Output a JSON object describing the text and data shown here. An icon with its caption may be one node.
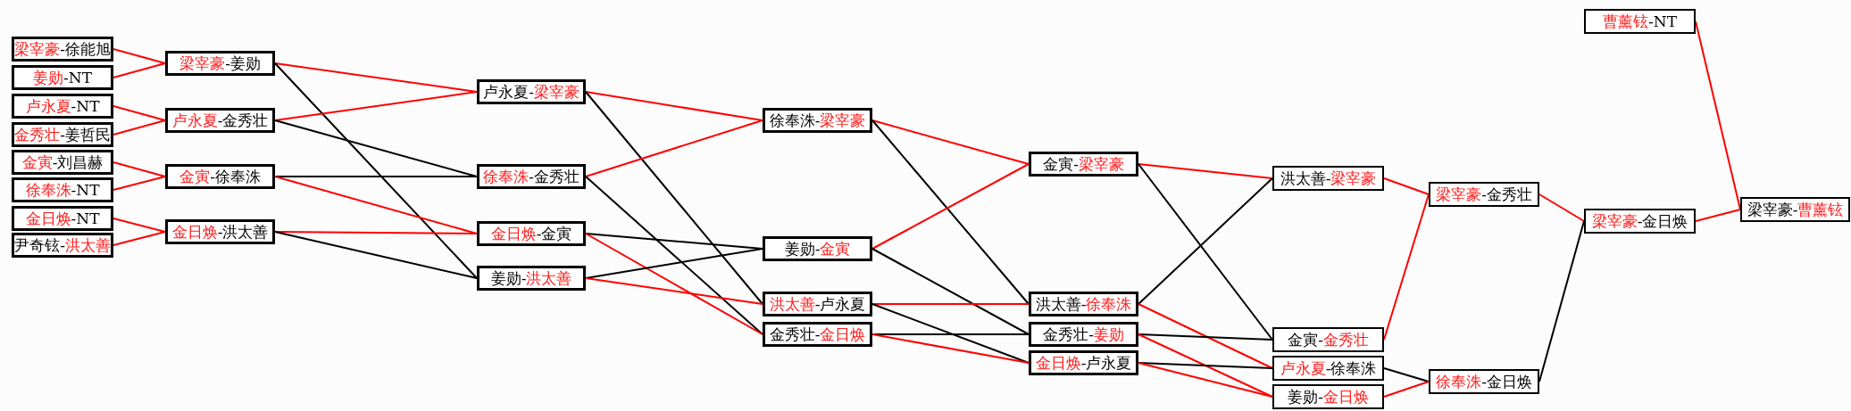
{
  "diagram": {
    "nodes": [
      {
        "text": [
          "梁宰豪-徐能旭"
        ]
      },
      {
        "text": [
          "姜勋-NT"
        ]
      },
      {
        "text": [
          "卢永夏-NT"
        ]
      },
      {
        "text": [
          "金秀壮-姜哲民"
        ]
      },
      {
        "text": [
          "金寅-刘昌赫"
        ]
      },
      {
        "text": [
          "徐奉洙-NT"
        ]
      },
      {
        "text": [
          "金日焕-NT"
        ]
      },
      {
        "text": [
          "尹奇铉-洪太善"
        ]
      },
      {
        "text": [
          "梁宰豪-姜勋"
        ]
      },
      {
        "text": [
          "卢永夏-金秀壮"
        ]
      },
      {
        "text": [
          "金寅-徐奉洙"
        ]
      },
      {
        "text": [
          "金日焕-洪太善"
        ]
      },
      {
        "text": [
          "卢永夏-梁宰豪"
        ]
      },
      {
        "text": [
          "徐奉洙-金秀壮"
        ]
      },
      {
        "text": [
          "金日焕-金寅"
        ]
      },
      {
        "text": [
          "姜勋-洪太善"
        ]
      },
      {
        "text": [
          "徐奉洙-梁宰豪"
        ]
      },
      {
        "text": [
          "姜勋-金寅"
        ]
      },
      {
        "text": [
          "洪太善-卢永夏"
        ]
      },
      {
        "text": [
          "金秀壮-金日焕"
        ]
      },
      {
        "text": [
          "金寅-梁宰豪"
        ]
      },
      {
        "text": [
          "洪太善-徐奉洙"
        ]
      },
      {
        "text": [
          "金秀壮-姜勋"
        ]
      },
      {
        "text": [
          "金日焕-卢永夏"
        ]
      },
      {
        "text": [
          "洪太善-梁宰豪"
        ]
      },
      {
        "text": [
          "金寅-金秀壮"
        ]
      },
      {
        "text": [
          "卢永夏-徐奉洙"
        ]
      },
      {
        "text": [
          "姜勋-金日焕"
        ]
      },
      {
        "text": [
          "梁宰豪-金秀壮"
        ]
      },
      {
        "text": [
          "徐奉洙-金日焕"
        ]
      },
      {
        "text": [
          "梁宰豪-金日焕"
        ]
      },
      {
        "text": [
          "曹薰铉-NT"
        ]
      },
      {
        "text": [
          "梁宰豪-曹薰铉"
        ]
      }
    ],
    "edges": [
      {
        "from": 0,
        "to": 8,
        "arrow": "none"
      },
      {
        "from": 1,
        "to": 8,
        "arrow": "none"
      },
      {
        "from": 2,
        "to": 9,
        "arrow": "none"
      },
      {
        "from": 3,
        "to": 9,
        "arrow": "none"
      },
      {
        "from": 4,
        "to": 10,
        "arrow": "none"
      },
      {
        "from": 5,
        "to": 10,
        "arrow": "none"
      },
      {
        "from": 6,
        "to": 11,
        "arrow": "none"
      },
      {
        "from": 7,
        "to": 11,
        "arrow": "none"
      },
      {
        "from": 8,
        "to": 12,
        "arrow": "none"
      },
      {
        "from": 8,
        "to": 15,
        "arrow": "none",
        "color": "#000000"
      },
      {
        "from": 9,
        "to": 12,
        "arrow": "none"
      },
      {
        "from": 9,
        "to": 13,
        "arrow": "none",
        "color": "#000000"
      },
      {
        "from": 10,
        "to": 13,
        "arrow": "none",
        "color": "#000000"
      },
      {
        "from": 10,
        "to": 14,
        "arrow": "none"
      },
      {
        "from": 11,
        "to": 14,
        "arrow": "none"
      },
      {
        "from": 11,
        "to": 15,
        "arrow": "none",
        "color": "#000000"
      },
      {
        "from": 12,
        "to": 16,
        "arrow": "none"
      },
      {
        "from": 12,
        "to": 18,
        "arrow": "none",
        "color": "#000000"
      },
      {
        "from": 13,
        "to": 16,
        "arrow": "none"
      },
      {
        "from": 13,
        "to": 19,
        "arrow": "none",
        "color": "#000000"
      },
      {
        "from": 14,
        "to": 17,
        "arrow": "none",
        "color": "#000000"
      },
      {
        "from": 14,
        "to": 19,
        "arrow": "none"
      },
      {
        "from": 15,
        "to": 17,
        "arrow": "none",
        "color": "#000000"
      },
      {
        "from": 15,
        "to": 18,
        "arrow": "none"
      },
      {
        "from": 16,
        "to": 20,
        "arrow": "none"
      },
      {
        "from": 16,
        "to": 21,
        "arrow": "none",
        "color": "#000000"
      },
      {
        "from": 17,
        "to": 20,
        "arrow": "none"
      },
      {
        "from": 17,
        "to": 22,
        "arrow": "none",
        "color": "#000000"
      },
      {
        "from": 18,
        "to": 21,
        "arrow": "none"
      },
      {
        "from": 18,
        "to": 23,
        "arrow": "none",
        "color": "#000000"
      },
      {
        "from": 19,
        "to": 22,
        "arrow": "none",
        "color": "#000000"
      },
      {
        "from": 19,
        "to": 23,
        "arrow": "none"
      },
      {
        "from": 20,
        "to": 24,
        "arrow": "none"
      },
      {
        "from": 20,
        "to": 25,
        "arrow": "none",
        "color": "#000000"
      },
      {
        "from": 21,
        "to": 24,
        "arrow": "none",
        "color": "#000000"
      },
      {
        "from": 21,
        "to": 26,
        "arrow": "none"
      },
      {
        "from": 22,
        "to": 25,
        "arrow": "none",
        "color": "#000000"
      },
      {
        "from": 22,
        "to": 27,
        "arrow": "none"
      },
      {
        "from": 23,
        "to": 26,
        "arrow": "none",
        "color": "#000000"
      },
      {
        "from": 23,
        "to": 27,
        "arrow": "none"
      },
      {
        "from": 24,
        "to": 28,
        "arrow": "none"
      },
      {
        "from": 25,
        "to": 28,
        "arrow": "none"
      },
      {
        "from": 26,
        "to": 29,
        "arrow": "none",
        "color": "#000000"
      },
      {
        "from": 27,
        "to": 29,
        "arrow": "none"
      },
      {
        "from": 28,
        "to": 30,
        "arrow": "none"
      },
      {
        "from": 29,
        "to": 30,
        "arrow": "none",
        "color": "#000000"
      },
      {
        "from": 30,
        "to": 32,
        "arrow": "none"
      },
      {
        "from": 31,
        "to": 32,
        "arrow": "none"
      }
    ]
  }
}
